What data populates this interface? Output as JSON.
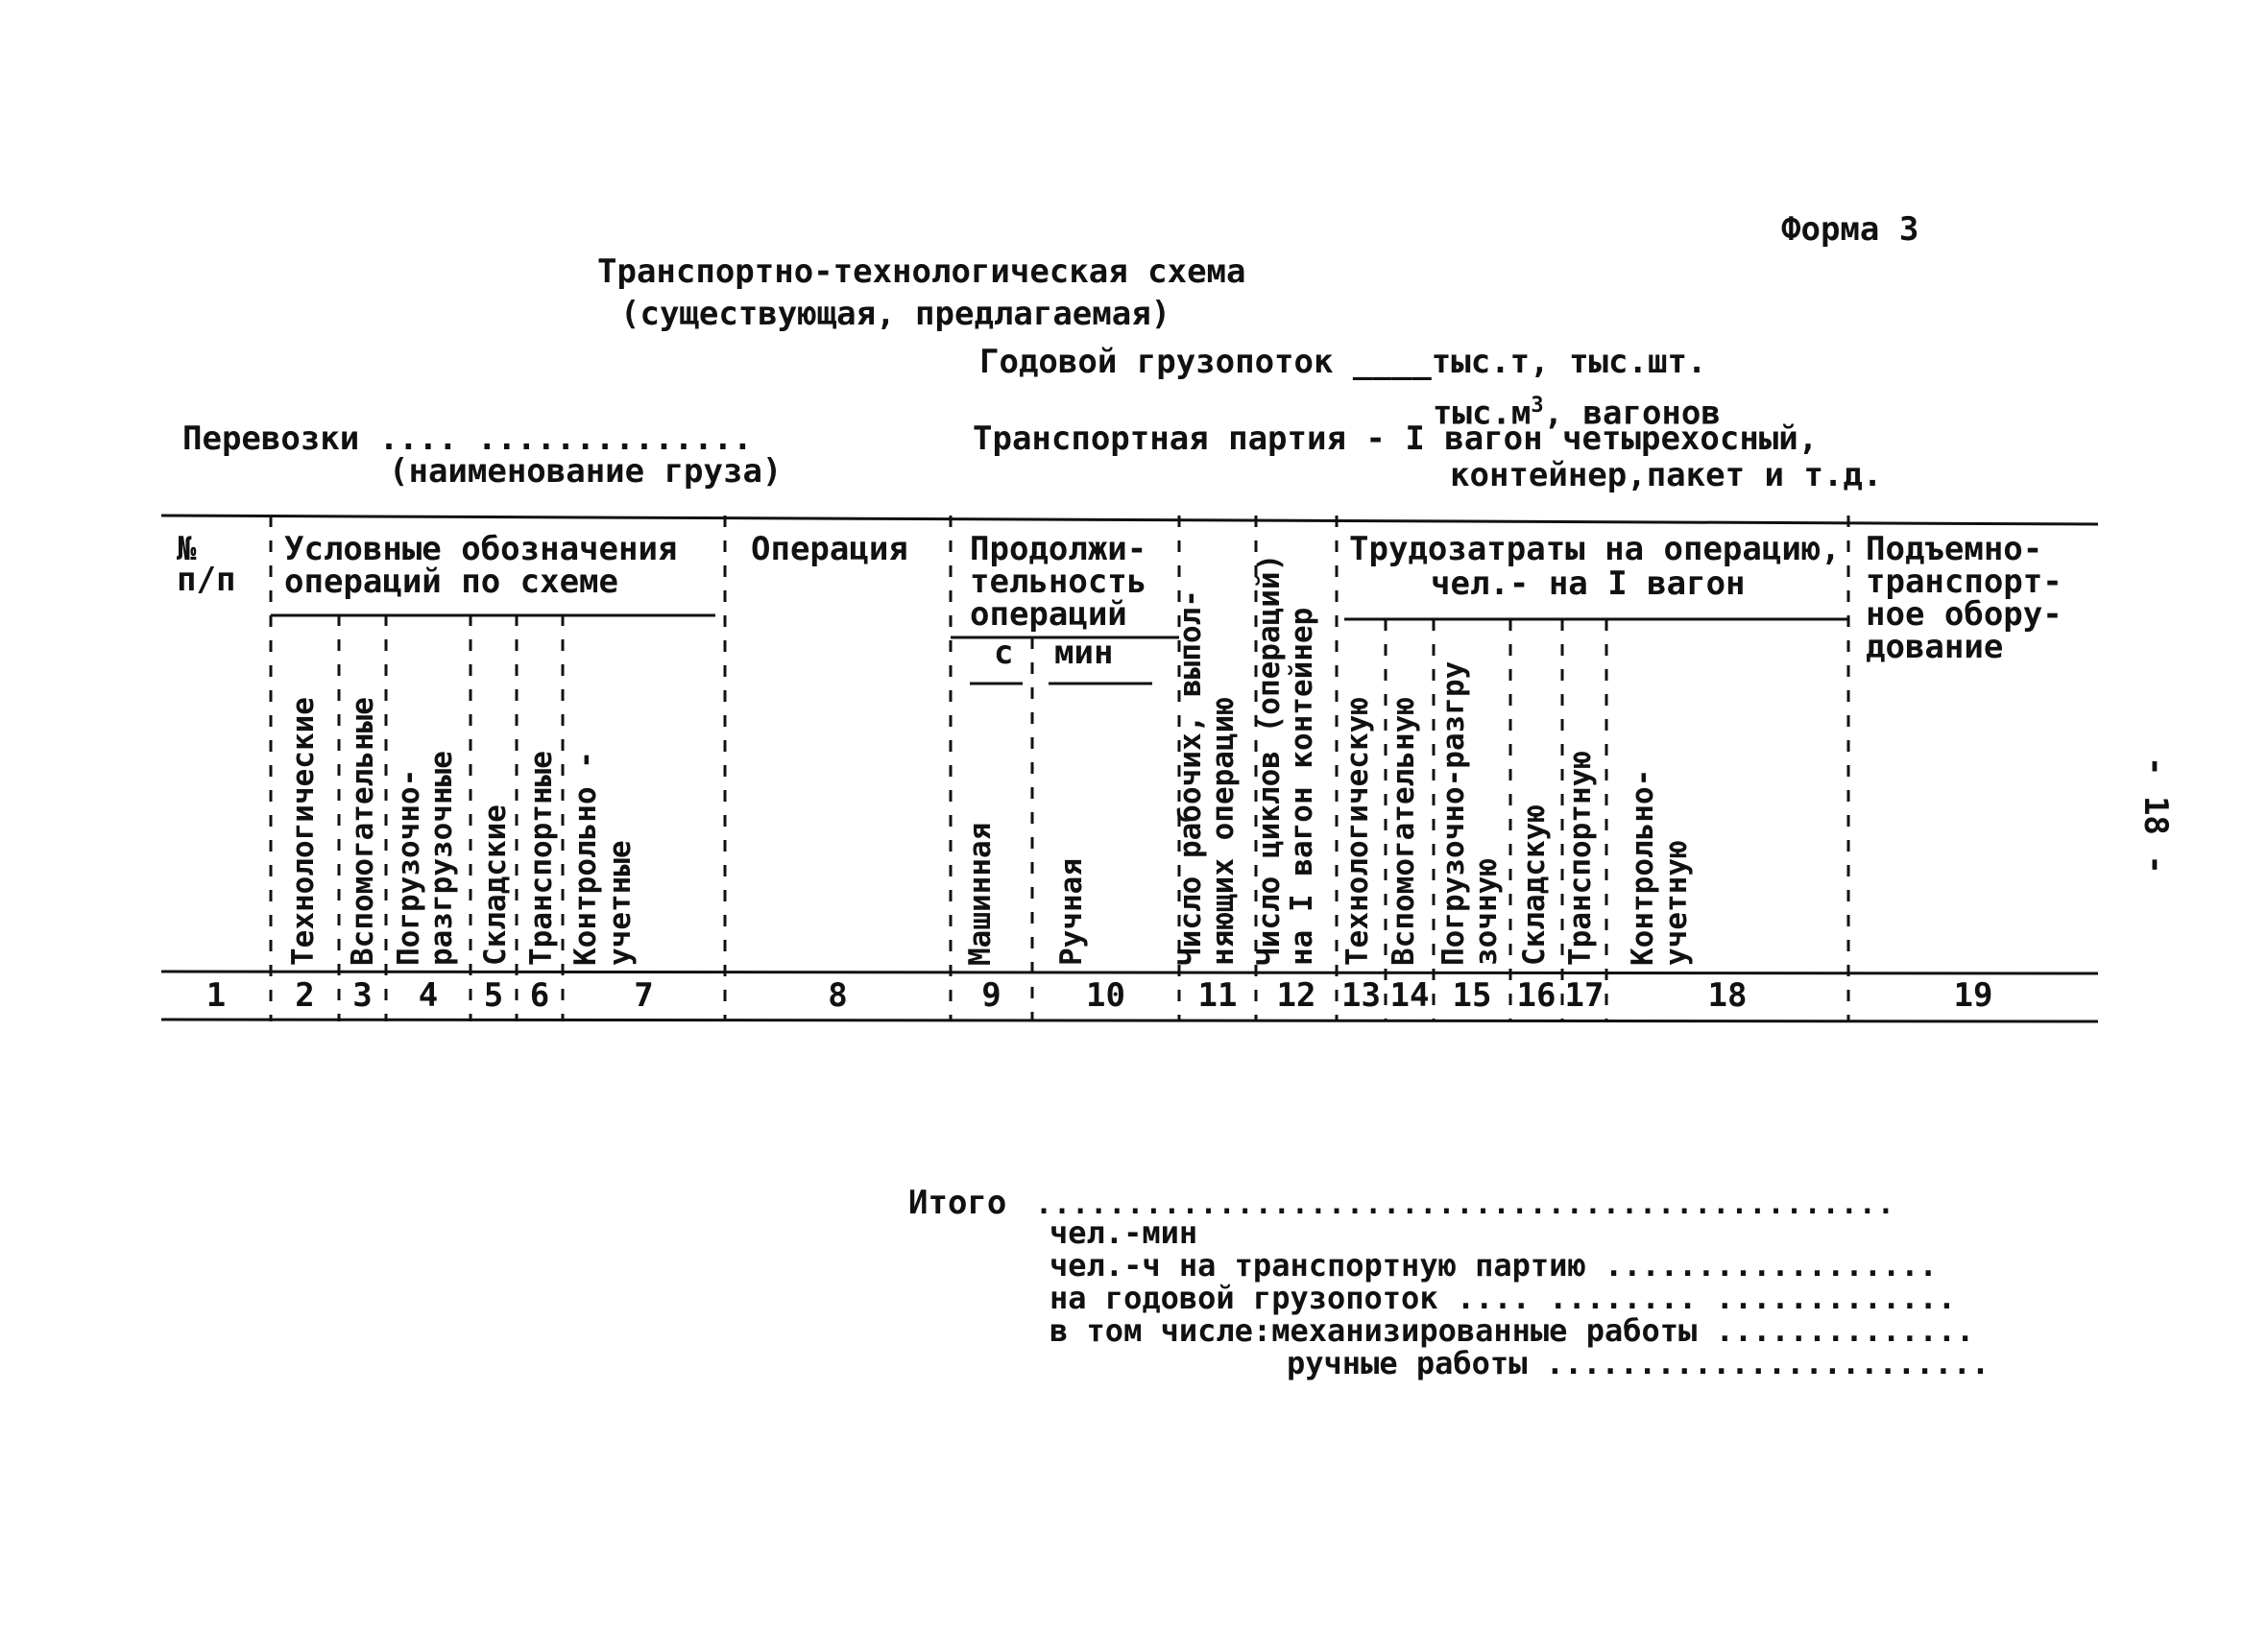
{
  "page_number": "- 18 -",
  "form_label": "Форма 3",
  "title": "Транспортно-технологическая схема",
  "subtitle": "(существующая, предлагаемая)",
  "annual": {
    "line1": "Годовой грузопоток ____тыс.т, тыс.шт.",
    "line2_pre": "тыс.м",
    "line2_sup": "3",
    "line2_post": ", вагонов"
  },
  "transport_line": {
    "label": "Перевозки .... ..............",
    "hint": "(наименование груза)"
  },
  "batch": {
    "line1": "Транспортная партия - I вагон четырехосный,",
    "line2": "контейнер,пакет и т.д."
  },
  "table": {
    "h_num": "№ п/п",
    "h_symbols_1": "Условные обозначения",
    "h_symbols_2": "операций по схеме",
    "h_operation": "Операция",
    "h_duration_1": "Продолжи-",
    "h_duration_2": "тельность",
    "h_duration_3": "операций",
    "h_unit_sec": "с",
    "h_unit_min": "мин",
    "h_labor_1": "Трудозатраты на операцию,",
    "h_labor_2": "чел.- на I вагон",
    "h_equip_1": "Подъемно-",
    "h_equip_2": "транспорт-",
    "h_equip_3": "ное обору-",
    "h_equip_4": "дование",
    "v_tech": "Технологические",
    "v_aux": "Вспомогательные",
    "v_load_1": "Погрузочно-",
    "v_load_2": "разгрузочные",
    "v_store": "Складские",
    "v_trans": "Транспортные",
    "v_ctrl_1": "Контрольно -",
    "v_ctrl_2": "учетные",
    "v_machine": "Машинная",
    "v_manual": "Ручная",
    "v_workers_1": "Число рабочих, выпол-",
    "v_workers_2": "няющих операцию",
    "v_cycles_1": "Число циклов (операций)",
    "v_cycles_2": "на I вагон контейнер",
    "v_l_tech": "Технологическую",
    "v_l_aux": "Вспомогательную",
    "v_l_load_1": "Погрузочно-разгру",
    "v_l_load_2": "зочную",
    "v_l_store": "Складскую",
    "v_l_trans": "Транспортную",
    "v_l_ctrl_1": "Контрольно-",
    "v_l_ctrl_2": "учетную",
    "col_numbers": [
      "1",
      "2",
      "3",
      "4",
      "5",
      "6",
      "7",
      "8",
      "9",
      "10",
      "11",
      "12",
      "13",
      "14",
      "15",
      "16",
      "17",
      "18",
      "19"
    ]
  },
  "totals": {
    "label": "Итого",
    "leader": "...............................................",
    "line_person_min": "чел.-мин",
    "line_person_h": "чел.-ч  на транспортную партию ..................",
    "line_annual": "на годовой грузопоток .... ........ .............",
    "line_incl": "в том числе:механизированные работы ..............",
    "line_manual": "ручные работы ........................"
  }
}
